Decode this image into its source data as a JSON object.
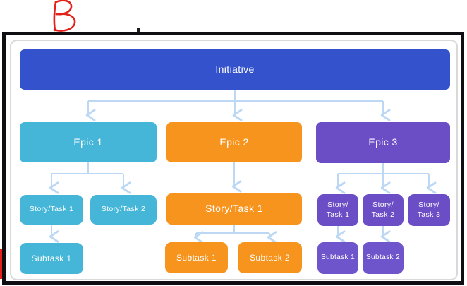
{
  "annotation": {
    "letter": "B",
    "color": "#e32119"
  },
  "colors": {
    "initiative_blue": "#3352cb",
    "epic_teal": "#45b6d8",
    "epic_orange": "#f7941e",
    "epic_purple": "#6b4ec5",
    "connector_light_blue": "#bcd8f4",
    "frame_black": "#0f0f13",
    "panel_border_gray": "#d9d9d9",
    "node_text": "#ffffff"
  },
  "nodes": {
    "initiative": {
      "label": "Initiative"
    },
    "teal": {
      "epic": {
        "label": "Epic 1"
      },
      "story1": {
        "label": "Story/Task 1"
      },
      "story2": {
        "label": "Story/Task 2"
      },
      "subtask1": {
        "label": "Subtask 1"
      }
    },
    "orange": {
      "epic": {
        "label": "Epic 2"
      },
      "story1": {
        "label": "Story/Task 1"
      },
      "subtask1": {
        "label": "Subtask 1"
      },
      "subtask2": {
        "label": "Subtask 2"
      }
    },
    "purple": {
      "epic": {
        "label": "Epic 3"
      },
      "story1": {
        "line1": "Story/",
        "line2": "Task 1"
      },
      "story2": {
        "line1": "Story/",
        "line2": "Task 2"
      },
      "story3": {
        "line1": "Story/",
        "line2": "Task 3"
      },
      "subtask1": {
        "label": "Subtask 1"
      },
      "subtask2": {
        "label": "Subtask 2"
      }
    }
  }
}
